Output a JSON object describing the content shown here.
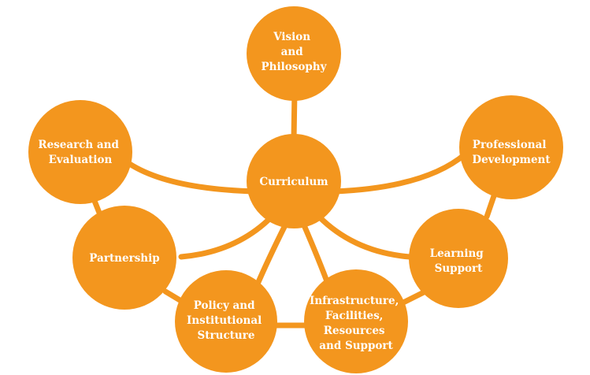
{
  "diagram": {
    "nodes": [
      {
        "id": "vision",
        "lines": [
          "Vision",
          "and",
          "Philosophy"
        ]
      },
      {
        "id": "research",
        "lines": [
          "Research and",
          "Evaluation"
        ]
      },
      {
        "id": "curriculum",
        "lines": [
          "Curriculum"
        ]
      },
      {
        "id": "professional",
        "lines": [
          "Professional",
          "Development"
        ]
      },
      {
        "id": "partnership",
        "lines": [
          "Partnership"
        ]
      },
      {
        "id": "learning",
        "lines": [
          "Learning",
          "Support"
        ]
      },
      {
        "id": "policy",
        "lines": [
          "Policy and",
          "Institutional",
          "Structure"
        ]
      },
      {
        "id": "infrastructure",
        "lines": [
          "Infrastructure,",
          "Facilities,",
          "Resources",
          "and Support"
        ]
      }
    ],
    "colors": {
      "node": "#f3961e",
      "edge": "#f3961e",
      "label": "#ffffff"
    }
  }
}
